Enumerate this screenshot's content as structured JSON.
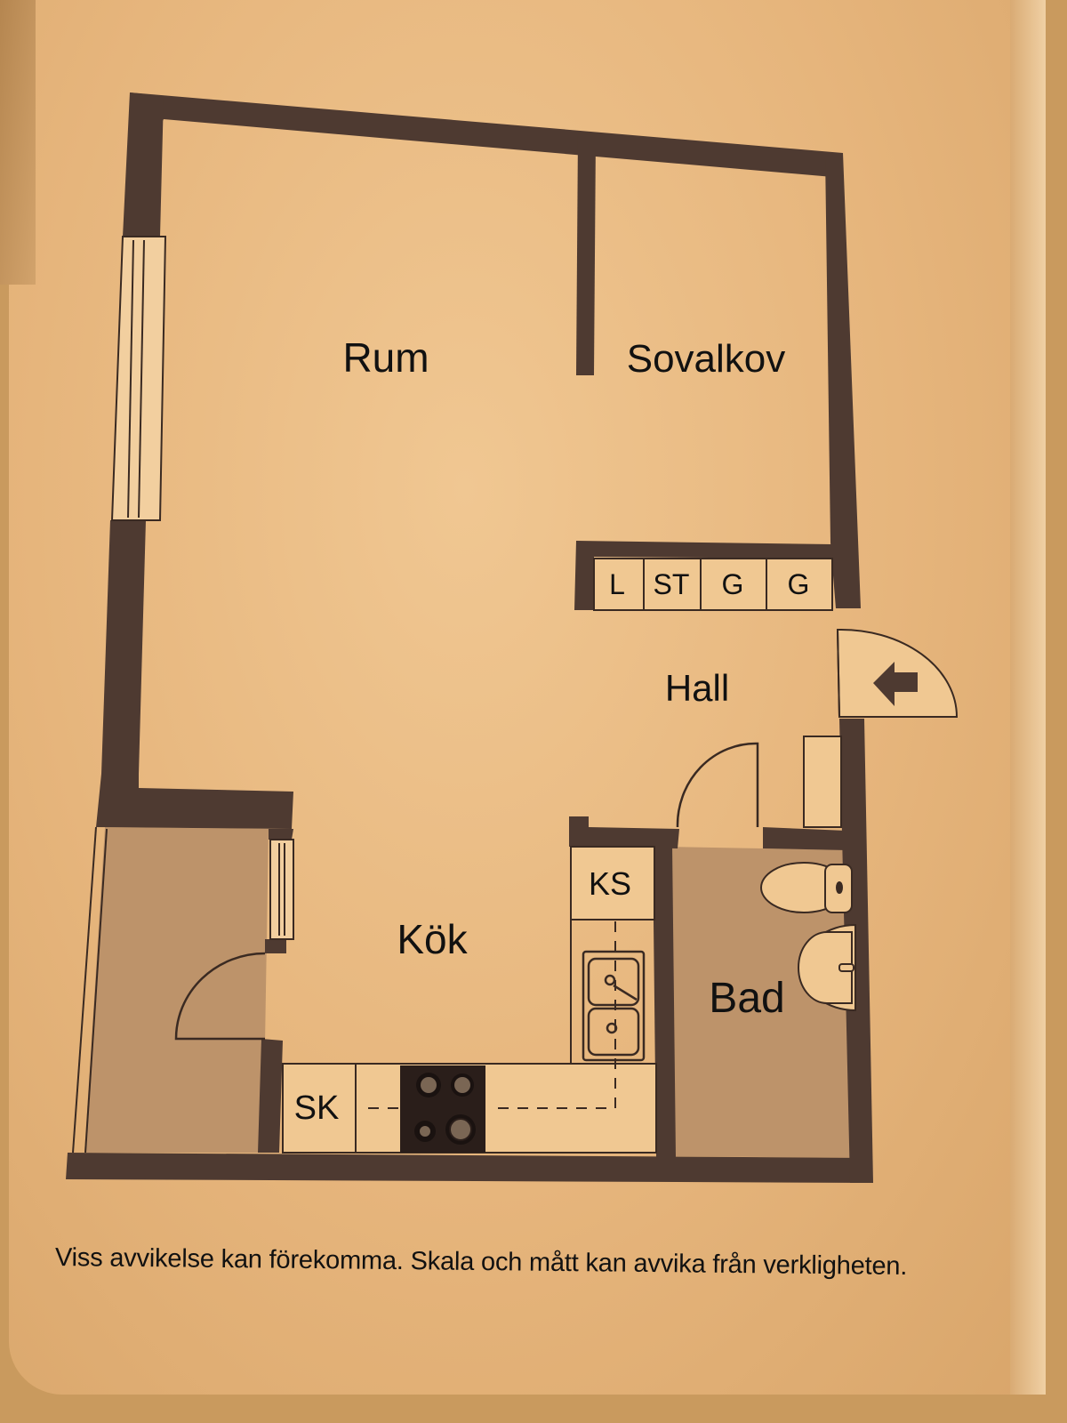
{
  "document": {
    "type": "floor_plan_photo",
    "caption": "Viss avvikelse kan förekomma. Skala och mått kan avvika från verkligheten."
  },
  "rooms": {
    "rum": "Rum",
    "sovalkov": "Sovalkov",
    "hall": "Hall",
    "kok": "Kök",
    "bad": "Bad"
  },
  "closets": [
    "L",
    "ST",
    "G",
    "G"
  ],
  "fixtures": {
    "ks": "KS",
    "sk": "SK"
  },
  "icons": {
    "entrance": "entrance-arrow-icon",
    "stove": "stove-icon",
    "sink": "kitchen-sink-icon",
    "toilet": "toilet-icon",
    "washbasin": "washbasin-icon"
  },
  "colors": {
    "wall": "#4e3a31",
    "paper": "#ecbd86",
    "bathroom_floor": "#bd936a",
    "text": "#111111"
  }
}
